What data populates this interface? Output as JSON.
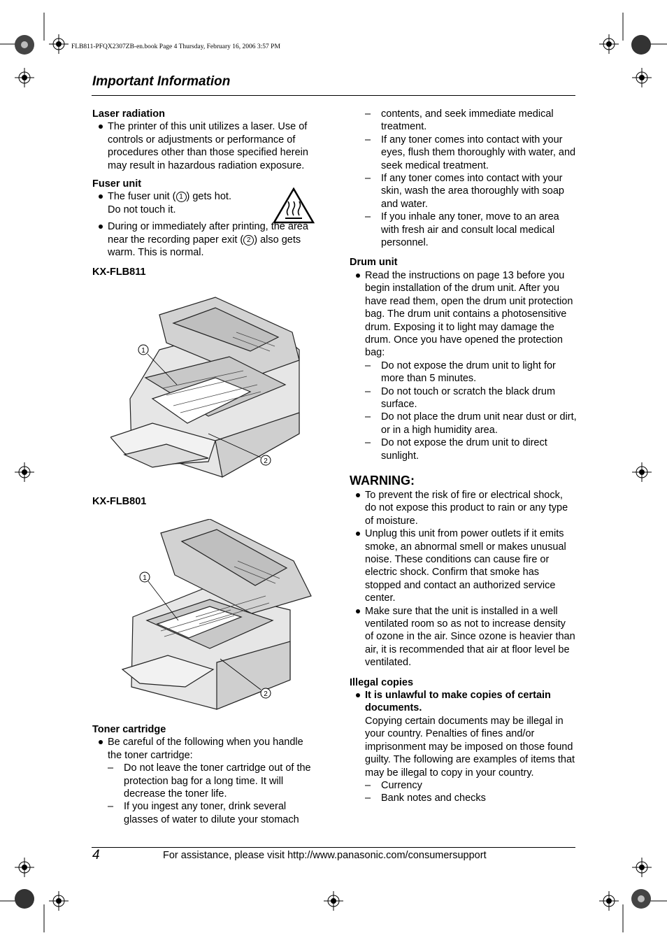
{
  "header": {
    "meta": "FLB811-PFQX2307ZB-en.book  Page 4  Thursday, February 16, 2006  3:57 PM",
    "section_title": "Important Information"
  },
  "left": {
    "laser_heading": "Laser radiation",
    "laser_text": "The printer of this unit utilizes a laser. Use of controls or adjustments or performance of procedures other than those specified herein may result in hazardous radiation exposure.",
    "fuser_heading": "Fuser unit",
    "fuser_b1_pre": "The fuser unit (",
    "fuser_b1_num": "1",
    "fuser_b1_post": ") gets hot.",
    "fuser_b1_line2": "Do not touch it.",
    "fuser_b2_pre": "During or immediately after printing, the area near the recording paper exit (",
    "fuser_b2_num": "2",
    "fuser_b2_post": ") also gets warm. This is normal.",
    "model1": "KX-FLB811",
    "model2": "KX-FLB801",
    "callout1": "1",
    "callout2": "2",
    "toner_heading": "Toner cartridge",
    "toner_b1": "Be careful of the following when you handle the toner cartridge:",
    "toner_d1": "Do not leave the toner cartridge out of the protection bag for a long time. It will decrease the toner life.",
    "toner_d2": "If you ingest any toner, drink several glasses of water to dilute your stomach"
  },
  "right": {
    "cont_text": "contents, and seek immediate medical treatment.",
    "toner_d3": "If any toner comes into contact with your eyes, flush them thoroughly with water, and seek medical treatment.",
    "toner_d4": "If any toner comes into contact with your skin, wash the area thoroughly with soap and water.",
    "toner_d5": "If you inhale any toner, move to an area with fresh air and consult local medical personnel.",
    "drum_heading": "Drum unit",
    "drum_b1": "Read the instructions on page 13 before you begin installation of the drum unit. After you have read them, open the drum unit protection bag. The drum unit contains a photosensitive drum. Exposing it to light may damage the drum. Once you have opened the protection bag:",
    "drum_d1": "Do not expose the drum unit to light for more than 5 minutes.",
    "drum_d2": "Do not touch or scratch the black drum surface.",
    "drum_d3": "Do not place the drum unit near dust or dirt, or in a high humidity area.",
    "drum_d4": "Do not expose the drum unit to direct sunlight.",
    "warning_heading": "WARNING:",
    "warn_b1": "To prevent the risk of fire or electrical shock, do not expose this product to rain or any type of moisture.",
    "warn_b2": "Unplug this unit from power outlets if it emits smoke, an abnormal smell or makes unusual noise. These conditions can cause fire or electric shock. Confirm that smoke has stopped and contact an authorized service center.",
    "warn_b3": "Make sure that the unit is installed in a well ventilated room so as not to increase density of ozone in the air. Since ozone is heavier than air, it is recommended that air at floor level be ventilated.",
    "illegal_heading": "Illegal copies",
    "illegal_b1_bold": "It is unlawful to make copies of certain documents.",
    "illegal_text": "Copying certain documents may be illegal in your country. Penalties of fines and/or imprisonment may be imposed on those found guilty. The following are examples of items that may be illegal to copy in your country.",
    "illegal_d1": "Currency",
    "illegal_d2": "Bank notes and checks"
  },
  "footer": {
    "page_number": "4",
    "assistance": "For assistance, please visit http://www.panasonic.com/consumersupport"
  }
}
